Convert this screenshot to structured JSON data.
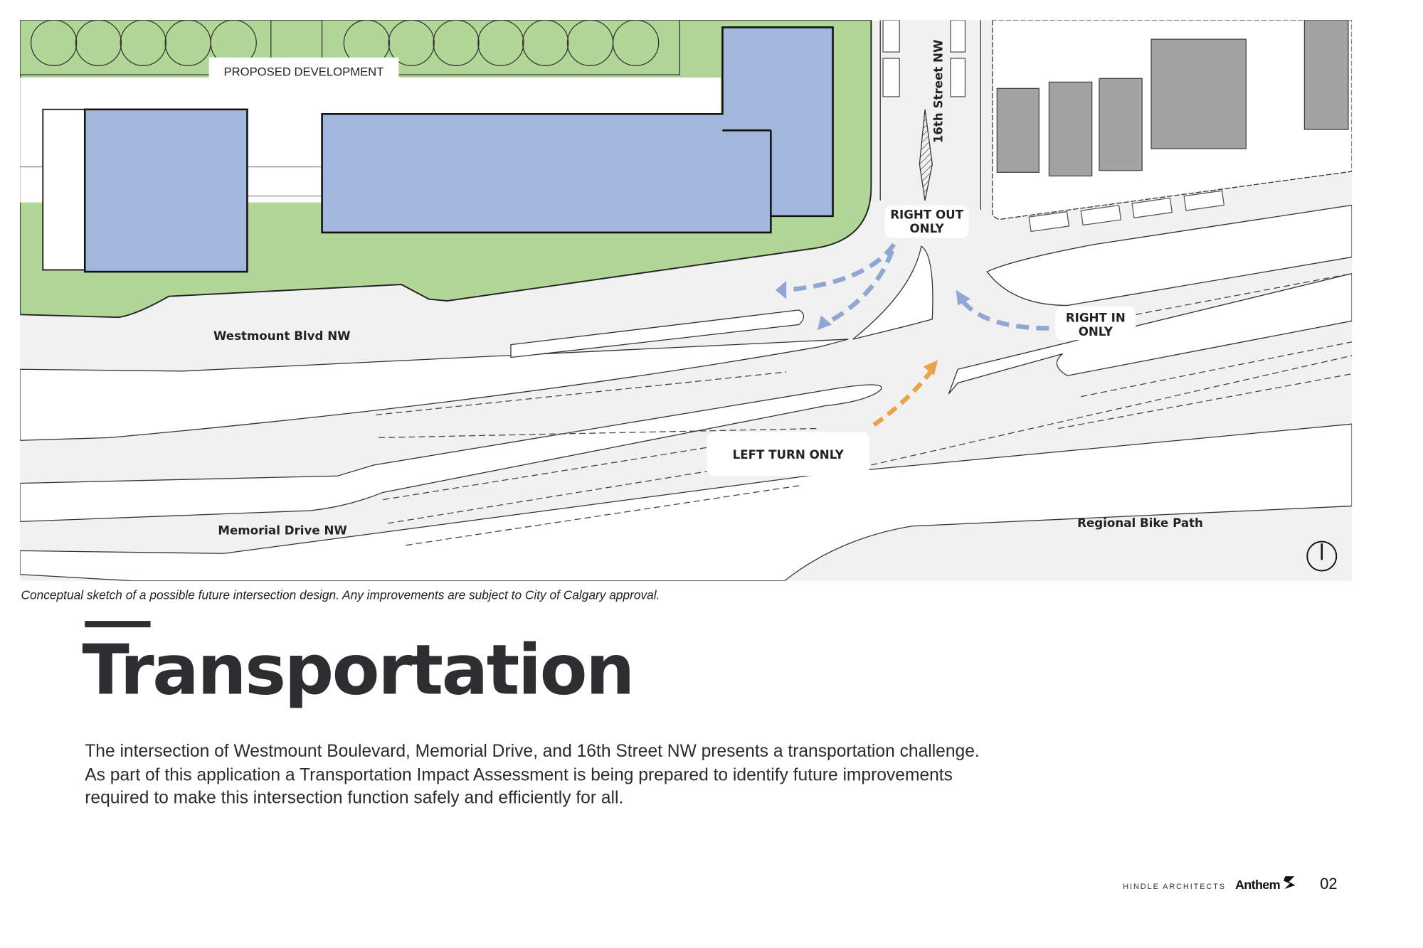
{
  "map": {
    "labels": {
      "proposed_development": "PROPOSED DEVELOPMENT",
      "street_16th": "16th Street NW",
      "westmount": "Westmount Blvd NW",
      "memorial": "Memorial Drive NW",
      "bike_path": "Regional Bike Path"
    },
    "callouts": {
      "right_out_line1": "RIGHT OUT",
      "right_out_line2": "ONLY",
      "right_in_line1": "RIGHT IN",
      "right_in_line2": "ONLY",
      "left_turn": "LEFT TURN ONLY"
    },
    "colors": {
      "building_proposed": "#a3b6dc",
      "green_space": "#b1d698",
      "existing_building": "#a3a3a3",
      "road": "#f1f1f1",
      "arrow_blue": "#8fa7d2",
      "arrow_orange": "#e9a250"
    }
  },
  "caption": "Conceptual sketch of a possible future intersection design. Any improvements are subject to City of Calgary approval.",
  "title": "Transportation",
  "body": "The intersection of Westmount Boulevard, Memorial Drive, and 16th Street NW presents a transportation challenge. As part of this application a Transportation Impact Assessment is being prepared to identify future improvements required to make this intersection function safely and efficiently for all.",
  "footer": {
    "firm": "HINDLE ARCHITECTS",
    "brand": "Anthem",
    "page_number": "02"
  }
}
